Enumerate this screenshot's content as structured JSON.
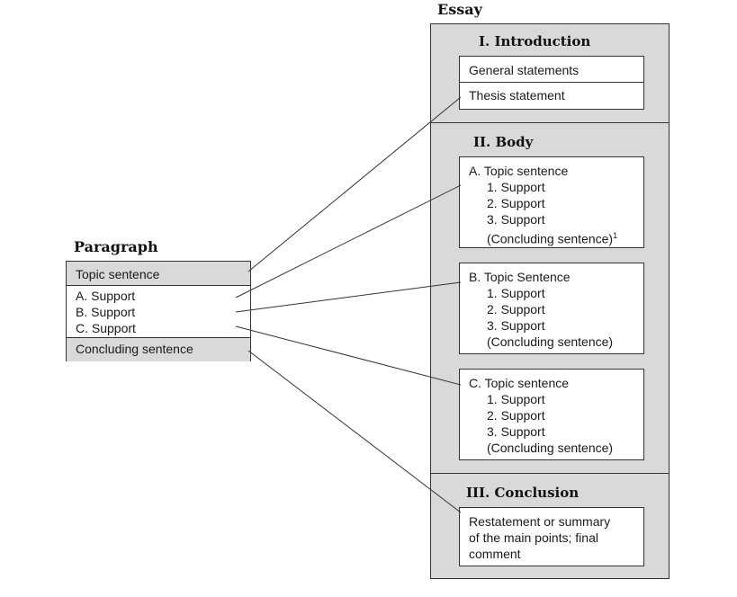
{
  "paragraph": {
    "title": "Paragraph",
    "topic_sentence": "Topic sentence",
    "supports": [
      "A. Support",
      "B. Support",
      "C. Support"
    ],
    "concluding_sentence": "Concluding sentence"
  },
  "essay": {
    "title": "Essay",
    "introduction": {
      "title": "I. Introduction",
      "general_statements": "General statements",
      "thesis_statement": "Thesis statement"
    },
    "body": {
      "title": "II. Body",
      "sections": [
        {
          "topic": "A. Topic sentence",
          "supports": [
            "1. Support",
            "2. Support",
            "3. Support"
          ],
          "concluding": "(Concluding sentence)",
          "footnote": "1"
        },
        {
          "topic": "B. Topic Sentence",
          "supports": [
            "1. Support",
            "2. Support",
            "3. Support"
          ],
          "concluding": "(Concluding sentence)"
        },
        {
          "topic": "C. Topic sentence",
          "supports": [
            "1. Support",
            "2. Support",
            "3. Support"
          ],
          "concluding": "(Concluding sentence)"
        }
      ]
    },
    "conclusion": {
      "title": "III. Conclusion",
      "lines": [
        "Restatement or summary",
        "of the main points; final",
        "comment"
      ]
    }
  },
  "colors": {
    "panel": "#d9d9d9",
    "box": "#ffffff",
    "stroke": "#333333"
  }
}
